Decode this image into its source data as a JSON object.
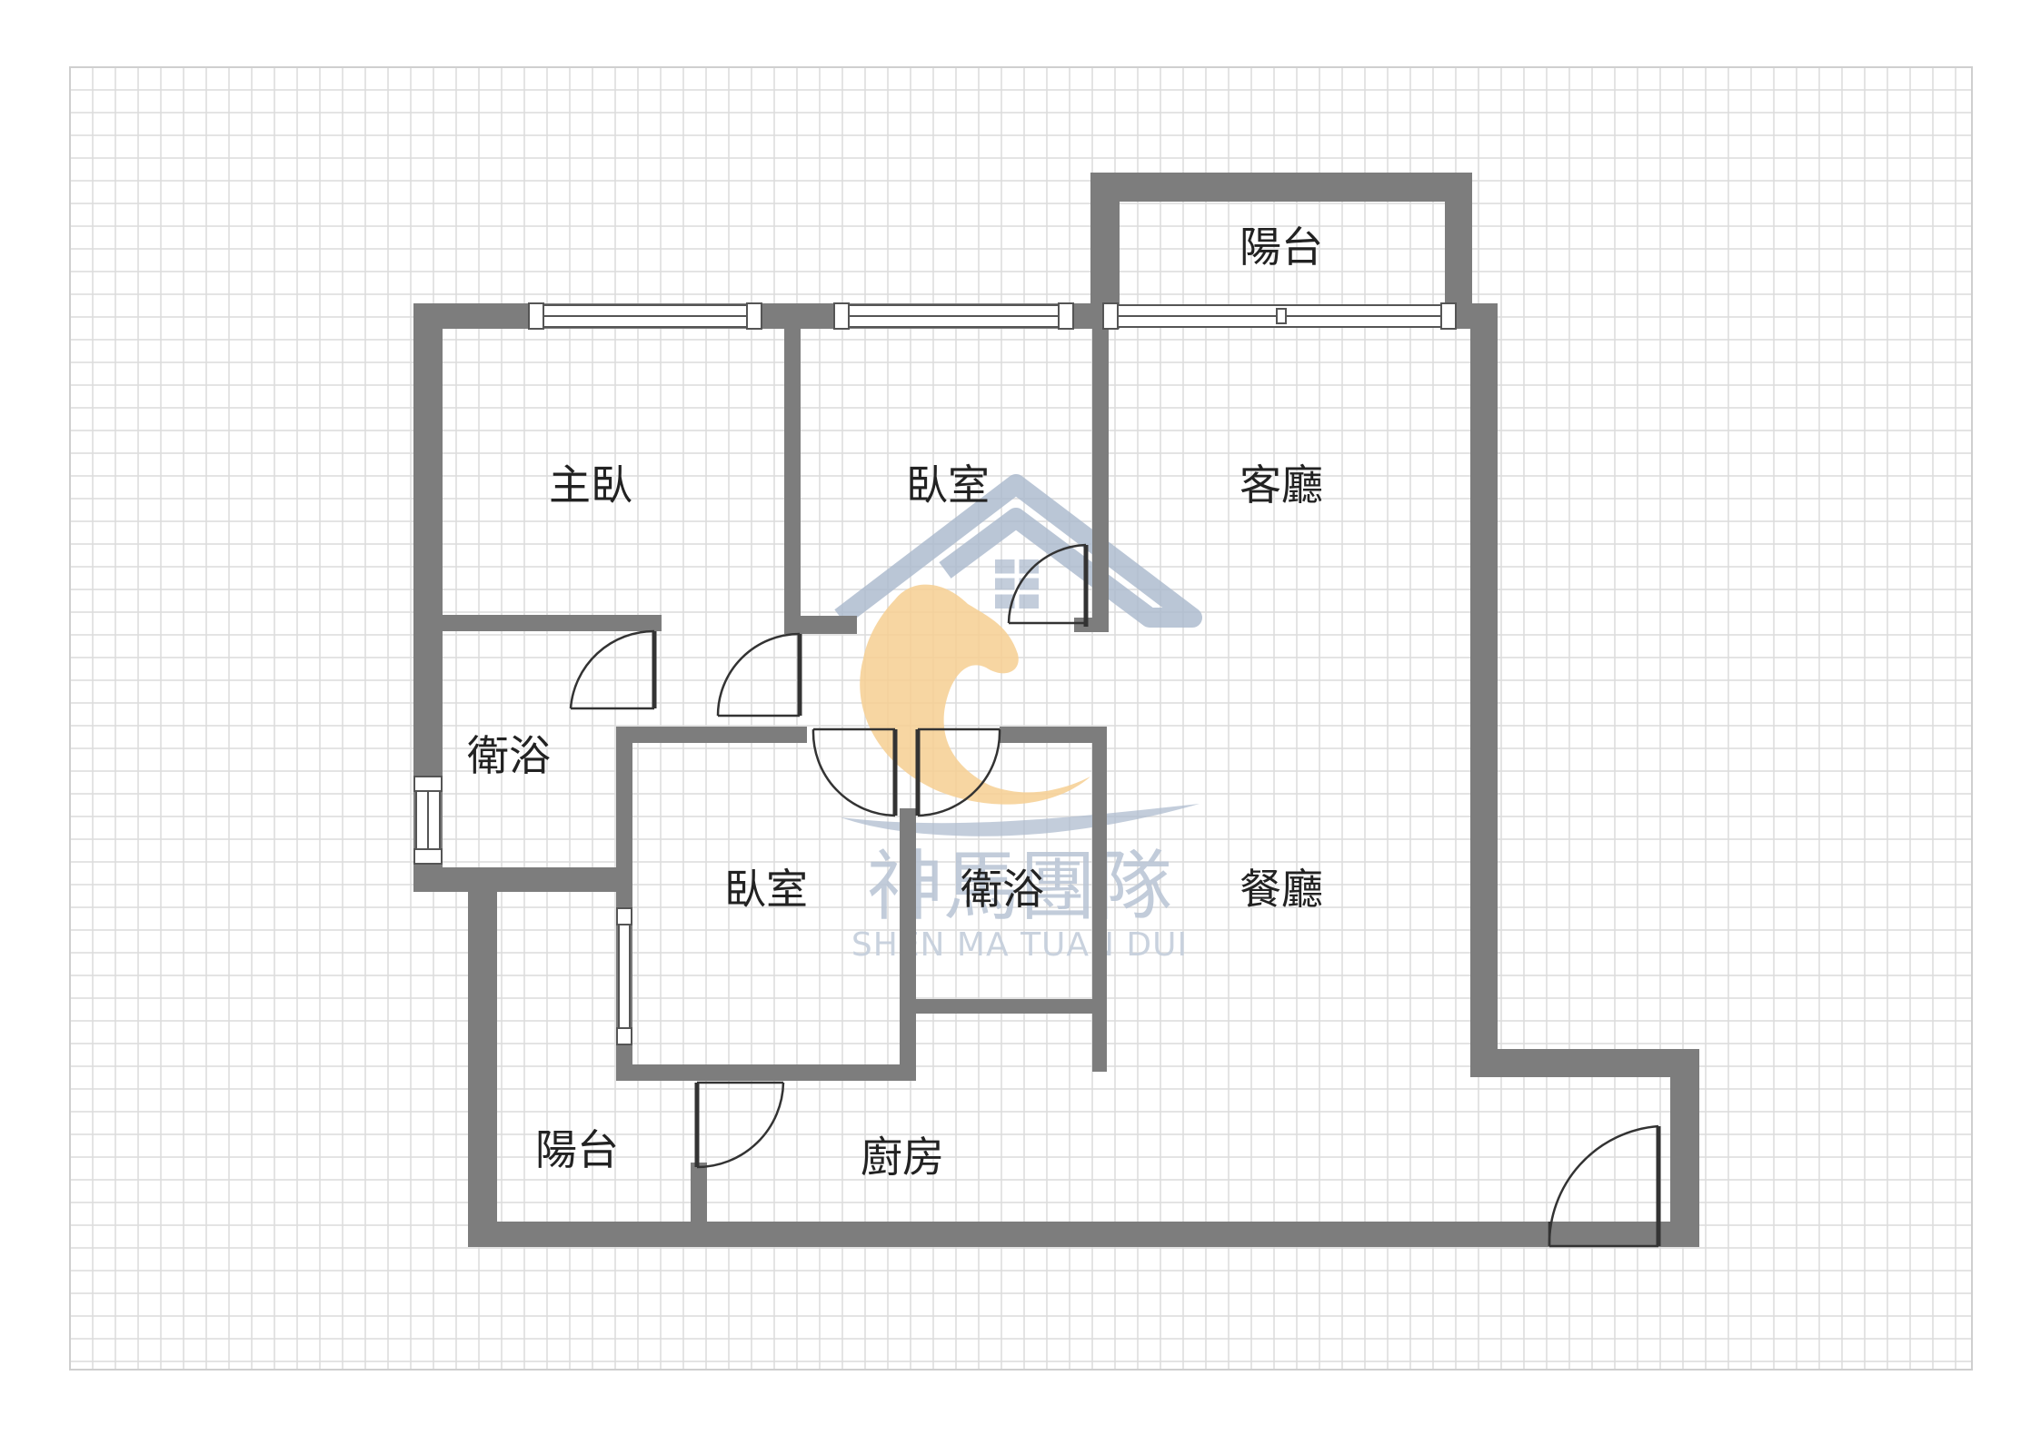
{
  "rooms": {
    "master_bedroom": "主臥",
    "bedroom_top": "臥室",
    "living_room": "客廳",
    "balcony_top": "陽台",
    "bathroom_left": "衛浴",
    "bedroom_center": "臥室",
    "bathroom_center": "衛浴",
    "dining_room": "餐廳",
    "balcony_bottom": "陽台",
    "kitchen": "廚房"
  },
  "watermark": {
    "brand_cn": "神馬團隊",
    "brand_en": "SHEN MA TUAN DUI"
  },
  "colors": {
    "wall": "#7d7d7d",
    "grid": "#dcdcdc",
    "background": "#ffffff",
    "watermark_blue": "#a9b8cc",
    "watermark_orange": "#f6cf92"
  }
}
